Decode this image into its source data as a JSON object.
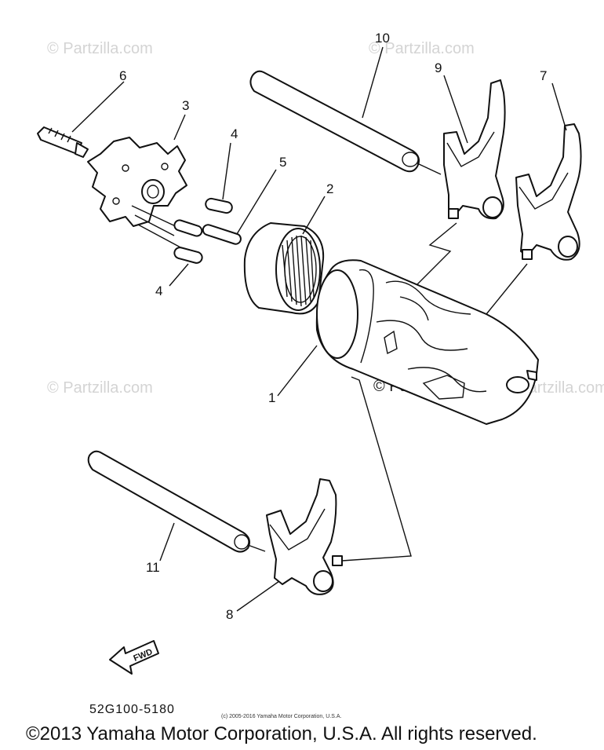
{
  "callouts": {
    "c1": "1",
    "c2": "2",
    "c3": "3",
    "c4a": "4",
    "c4b": "4",
    "c5": "5",
    "c6": "6",
    "c7": "7",
    "c8": "8",
    "c9": "9",
    "c10": "10",
    "c11": "11"
  },
  "fwd_label": "FWD",
  "part_number": "52G100-5180",
  "small_copyright": "(c) 2005-2016 Yamaha Motor Corporation, U.S.A.",
  "watermarks": {
    "w1": "© Partzilla.com",
    "w2": "© Partzilla.com",
    "w3": "© Partzilla.com",
    "w4": "© Partzilla.com",
    "w5": "© Partzilla.com"
  },
  "footer_copyright": "©2013 Yamaha Motor Corporation, U.S.A. All rights reserved."
}
